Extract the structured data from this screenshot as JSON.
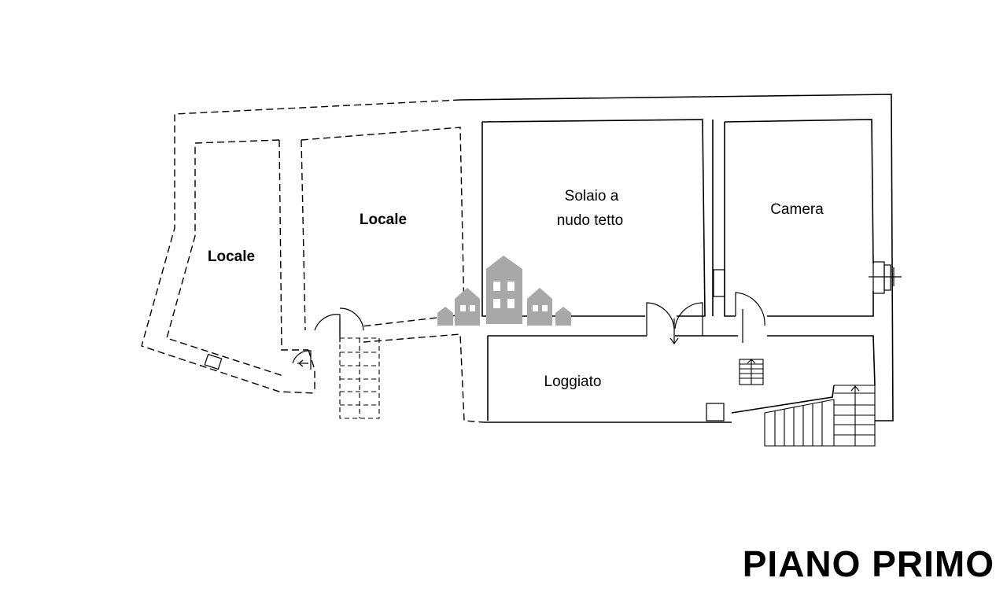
{
  "plan": {
    "title": "PIANO PRIMO",
    "rooms": {
      "locale_left": "Locale",
      "locale_center": "Locale",
      "solaio_line1": "Solaio a",
      "solaio_line2": "nudo tetto",
      "camera": "Camera",
      "loggiato": "Loggiato"
    }
  },
  "colors": {
    "lines": "#000000",
    "watermark": "#a8a8a8",
    "background": "#ffffff"
  },
  "icons": {
    "watermark": "houses-watermark-icon"
  }
}
